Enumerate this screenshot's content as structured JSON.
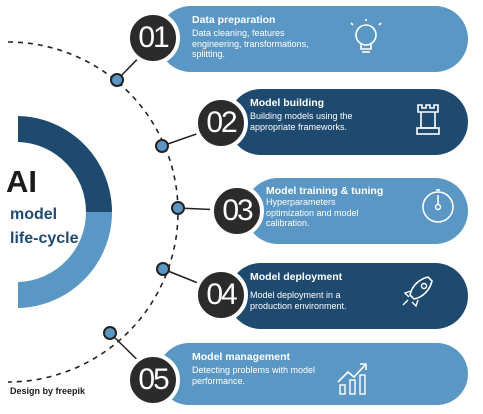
{
  "hub": {
    "title": "AI",
    "line1": "model",
    "line2": "life-cycle"
  },
  "steps": [
    {
      "number": "01",
      "title": "Data preparation",
      "description": "Data cleaning, features engineering, transformations, splitting.",
      "icon": "lightbulb-icon",
      "color": "#5b97c4"
    },
    {
      "number": "02",
      "title": "Model building",
      "description": "Building models using the appropriate frameworks.",
      "icon": "rook-tower-icon",
      "color": "#1f4a70"
    },
    {
      "number": "03",
      "title": "Model training & tuning",
      "description": "Hyperparameters optimization and model calibration.",
      "icon": "gauge-icon",
      "color": "#5b97c4"
    },
    {
      "number": "04",
      "title": "Model deployment",
      "description": "Model deployment in a production environment.",
      "icon": "rocket-icon",
      "color": "#1f4a70"
    },
    {
      "number": "05",
      "title": "Model management",
      "description": "Detecting problems with model performance.",
      "icon": "growth-chart-icon",
      "color": "#5b97c4"
    }
  ],
  "colors": {
    "dark": "#1f4a70",
    "light": "#5b97c4",
    "badge": "#2b2b2b"
  },
  "credit": "Design by freepik"
}
